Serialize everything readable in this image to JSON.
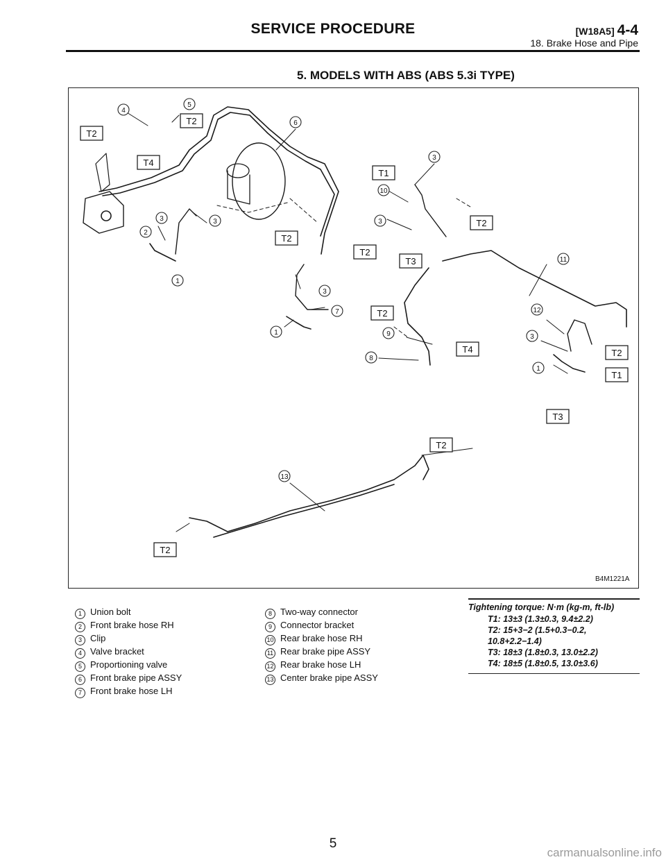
{
  "header": {
    "title": "SERVICE PROCEDURE",
    "code": "[W18A5]",
    "section": "4-4",
    "subtitle": "18. Brake Hose and Pipe"
  },
  "section_title": "5. MODELS WITH ABS (ABS 5.3i TYPE)",
  "figure": {
    "code": "B4M1221A",
    "torque_tags": [
      "T2",
      "T4",
      "T2",
      "T2",
      "T1",
      "T2",
      "T2",
      "T3",
      "T2",
      "T4",
      "T2",
      "T1",
      "T3",
      "T2",
      "T2"
    ],
    "callouts": [
      "4",
      "5",
      "6",
      "3",
      "10",
      "3",
      "2",
      "3",
      "3",
      "1",
      "11",
      "3",
      "7",
      "12",
      "3",
      "9",
      "8",
      "1",
      "1",
      "13"
    ]
  },
  "legend": {
    "left": [
      {
        "num": "1",
        "label": "Union bolt"
      },
      {
        "num": "2",
        "label": "Front brake hose RH"
      },
      {
        "num": "3",
        "label": "Clip"
      },
      {
        "num": "4",
        "label": "Valve bracket"
      },
      {
        "num": "5",
        "label": "Proportioning valve"
      },
      {
        "num": "6",
        "label": "Front brake pipe ASSY"
      },
      {
        "num": "7",
        "label": "Front brake hose LH"
      }
    ],
    "middle": [
      {
        "num": "8",
        "label": "Two-way connector"
      },
      {
        "num": "9",
        "label": "Connector bracket"
      },
      {
        "num": "10",
        "label": "Rear brake hose RH"
      },
      {
        "num": "11",
        "label": "Rear brake pipe ASSY"
      },
      {
        "num": "12",
        "label": "Rear brake hose LH"
      },
      {
        "num": "13",
        "label": "Center brake pipe ASSY"
      }
    ]
  },
  "torque": {
    "title": "Tightening torque: N·m (kg-m, ft-lb)",
    "lines": [
      "T1: 13±3 (1.3±0.3, 9.4±2.2)",
      "T2: 15+3−2 (1.5+0.3−0.2, 10.8+2.2−1.4)",
      "T3: 18±3 (1.8±0.3, 13.0±2.2)",
      "T4: 18±5 (1.8±0.5, 13.0±3.6)"
    ]
  },
  "page_number": "5",
  "watermark": "carmanualsonline.info"
}
